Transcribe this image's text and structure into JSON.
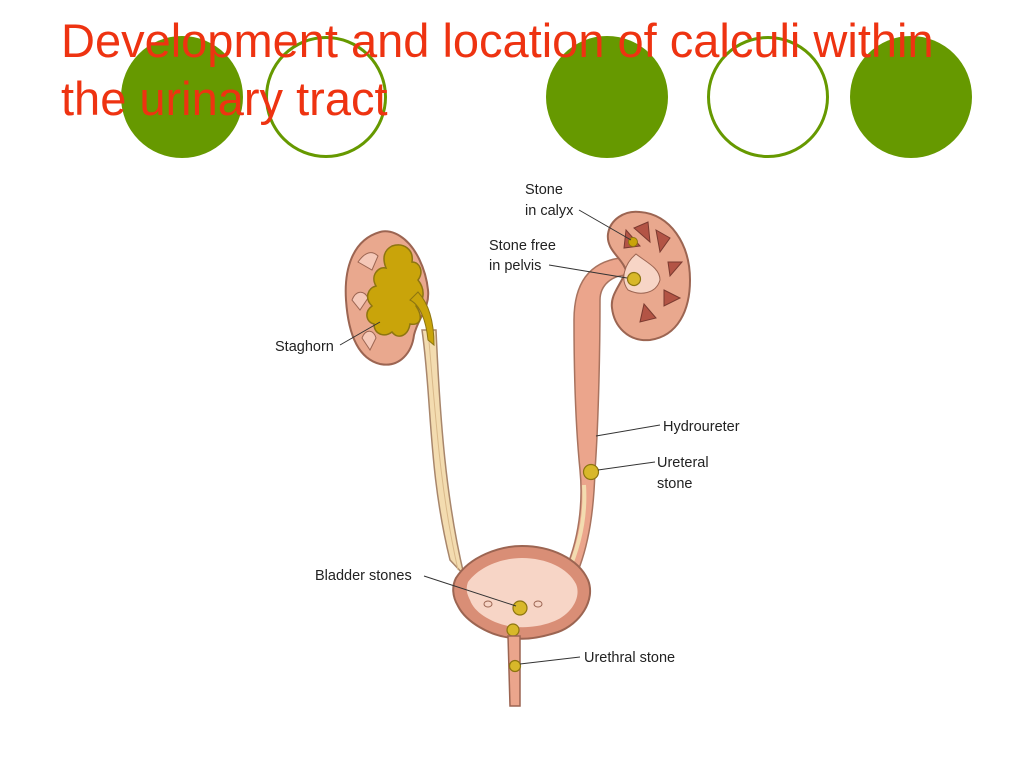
{
  "slide": {
    "title": "Development and location of calculi within the urinary tract"
  },
  "decor": {
    "circles": [
      "filled",
      "outline",
      "filled",
      "outline",
      "filled"
    ],
    "accent_color": "#669900",
    "title_color": "#ee3311"
  },
  "diagram": {
    "labels": {
      "stone_in_calyx_1": "Stone",
      "stone_in_calyx_2": "in calyx",
      "stone_free_1": "Stone free",
      "stone_free_2": "in pelvis",
      "staghorn": "Staghorn",
      "hydroureter": "Hydroureter",
      "ureteral_stone_1": "Ureteral",
      "ureteral_stone_2": "stone",
      "bladder_stones": "Bladder stones",
      "urethral_stone": "Urethral stone"
    }
  }
}
